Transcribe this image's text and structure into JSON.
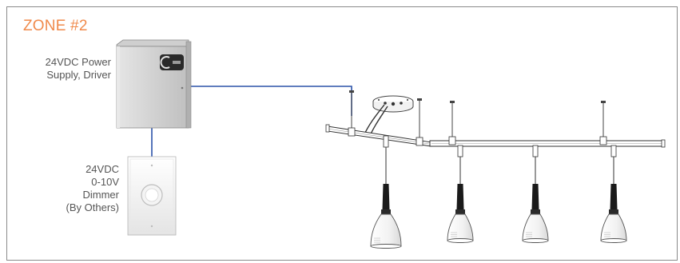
{
  "zone": {
    "title": "ZONE #2"
  },
  "power_supply": {
    "label_lines": [
      "24VDC Power",
      "Supply, Driver"
    ],
    "brand_mark": "logo-badge"
  },
  "dimmer": {
    "label_lines": [
      "24VDC",
      "0-10V",
      "Dimmer",
      "(By Others)"
    ]
  },
  "colors": {
    "zone_title": "#f08a4b",
    "wire": "#2b52a8",
    "text": "#555555",
    "frame": "#8a8a8a"
  },
  "pendants": {
    "count": 4
  }
}
